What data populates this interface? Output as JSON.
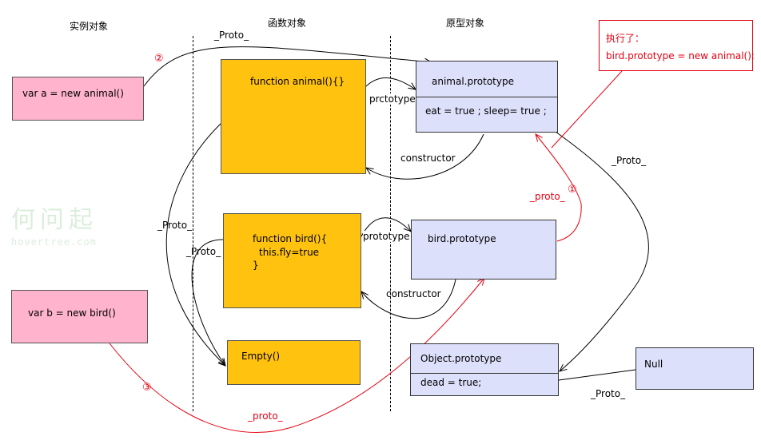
{
  "columns": {
    "instance": "实例对象",
    "function": "函数对象",
    "prototype": "原型对象"
  },
  "instances": {
    "a": "var a = new animal()",
    "b": "var b = new bird()"
  },
  "functions": {
    "animal": "function animal(){}",
    "bird_line1": "function bird(){",
    "bird_line2": "this.fly=true",
    "bird_line3": "}",
    "empty": "Empty()"
  },
  "prototypes": {
    "animal_title": "animal.prototype",
    "animal_props": "eat = true ; sleep= true ;",
    "bird_title": "bird.prototype",
    "object_title": "Object.prototype",
    "object_props": "dead = true;",
    "null": "Null"
  },
  "edges": {
    "proto_top": "_Proto_",
    "prctotype": "prctotype",
    "constructor_animal": "constructor",
    "proto_right": "_Proto_",
    "proto_left_outer": "_Proto_",
    "proto_left_inner": "_Proto_",
    "prototype_bird": "prototype",
    "constructor_bird": "constructor",
    "proto_null": "_Proto_",
    "proto_red_1": "_proto_",
    "proto_red_3": "_proto_"
  },
  "markers": {
    "one": "①",
    "two": "②",
    "three": "③"
  },
  "note": {
    "line1": "执行了：",
    "line2": "bird.prototype = new animal();"
  },
  "watermark": {
    "cn": "何问起",
    "en": "hovertree.com"
  },
  "colors": {
    "pink": "#ffb3cc",
    "orange": "#ffc20e",
    "lavender": "#dde0fb",
    "red": "#e60012"
  }
}
